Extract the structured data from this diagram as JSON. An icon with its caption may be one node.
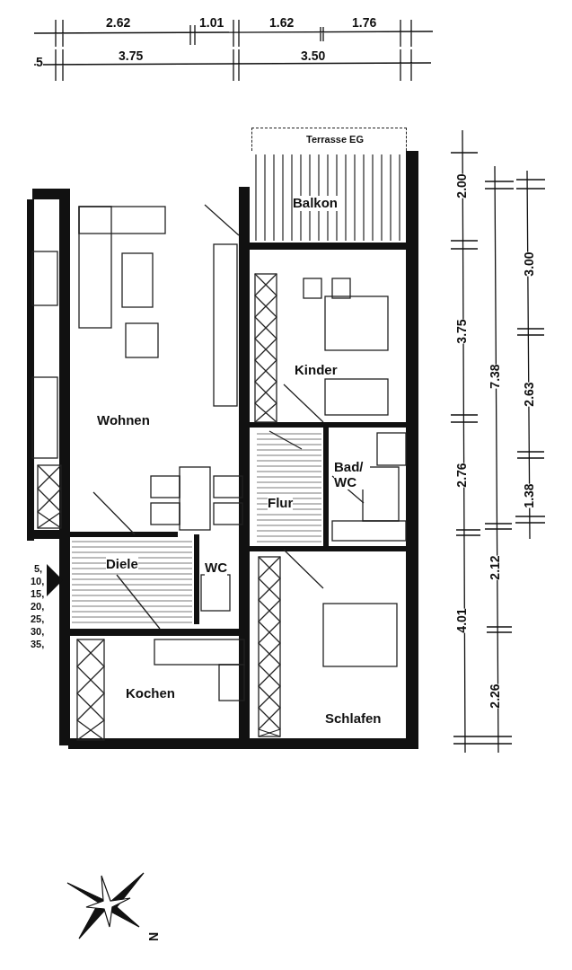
{
  "diagram": {
    "nodes": [
      {
        "text": [
          "Terrasse EG"
        ]
      },
      {
        "text": [
          "Balkon"
        ]
      },
      {
        "text": [
          "Wohnen"
        ]
      },
      {
        "text": [
          "Kinder"
        ]
      },
      {
        "text": [
          "Flur"
        ]
      },
      {
        "text": [
          "Bad/ WC"
        ]
      },
      {
        "text": [
          "Diele"
        ]
      },
      {
        "text": [
          "WC"
        ]
      },
      {
        "text": [
          "Kochen"
        ]
      },
      {
        "text": [
          "Schlafen"
        ]
      }
    ],
    "labels": [
      "2.62",
      "1.01",
      "1.62",
      "1.76",
      "5",
      "3.75",
      "3.50",
      "2.00",
      "3.75",
      "2.76",
      "4.01",
      "7.38",
      "2.12",
      "2.26",
      "3.00",
      "2.63",
      "1.38",
      "5,",
      "10,",
      "15,",
      "20,",
      "25,",
      "30,",
      "35,",
      "N"
    ]
  }
}
